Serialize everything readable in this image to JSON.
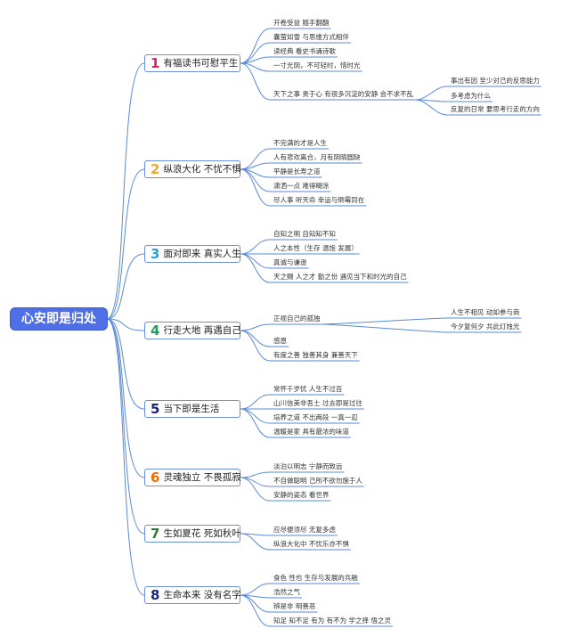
{
  "root": "心安即是归处",
  "branches": [
    {
      "num": "1",
      "color": "#e0245e",
      "label": "有福读书可慰平生",
      "items": [
        {
          "text": "开卷受益 随手翻翻"
        },
        {
          "text": "囊萤如雪 与思维方式相伴"
        },
        {
          "text": "读经典 看史书诵诗歌"
        },
        {
          "text": "一寸光阴，不可轻时，惜时光"
        },
        {
          "text": "天下之事 贵于心 有很多沉淀的安静 会不求不乱",
          "children": [
            "事出有因 至少对己的反思能力",
            "多考虑为什么",
            "反复的日常 要思考行走的方向"
          ]
        }
      ]
    },
    {
      "num": "2",
      "color": "#f5a623",
      "label": "纵浪大化 不忧不惧",
      "items": [
        {
          "text": "不完满的才是人生"
        },
        {
          "text": "人有悲欢离合，月有阴晴圆缺"
        },
        {
          "text": "平静是长寿之道"
        },
        {
          "text": "潇洒一点 难得糊涂"
        },
        {
          "text": "尽人事 听天命 幸运与倒霉同在"
        }
      ]
    },
    {
      "num": "3",
      "color": "#2a9fd6",
      "label": "面对即来 真实人生",
      "items": [
        {
          "text": "自知之明 自知知不知"
        },
        {
          "text": "人之本性（生存 温饱 发展）"
        },
        {
          "text": "真诚与谦逊"
        },
        {
          "text": "天之赐 人之才 勤之份 遇见当下和时光的自己"
        }
      ]
    },
    {
      "num": "4",
      "color": "#1f9e5a",
      "label": "行走大地 再遇自己",
      "items": [
        {
          "text": "正视自己的孤独",
          "children": [
            "人生不相见 动如参与商",
            "今夕复何夕 共此灯烛光"
          ]
        },
        {
          "text": "感恩"
        },
        {
          "text": "有度之善 独善其身 兼善天下"
        }
      ]
    },
    {
      "num": "5",
      "color": "#1a237e",
      "label": "当下即是生活",
      "items": [
        {
          "text": "常怀千岁忧 人生不过百"
        },
        {
          "text": "山川信美非吾土 过去即是过往"
        },
        {
          "text": "培养之道 不出两段 一真一忍"
        },
        {
          "text": "温暖是家 具有最浓的味道"
        }
      ]
    },
    {
      "num": "6",
      "color": "#ef6c00",
      "label": "灵魂独立 不畏孤寂",
      "items": [
        {
          "text": "淡泊以明志 宁静而致远"
        },
        {
          "text": "不自做聪明 己所不欲勿施于人"
        },
        {
          "text": "安静的姿态 看世界"
        }
      ]
    },
    {
      "num": "7",
      "color": "#2e7d32",
      "label": "生如夏花 死如秋叶",
      "items": [
        {
          "text": "应尽便须尽 无复多虑"
        },
        {
          "text": "纵浪大化中 不忧乐亦不惧"
        }
      ]
    },
    {
      "num": "8",
      "color": "#1a237e",
      "label": "生命本来 没有名字",
      "items": [
        {
          "text": "食色 性也 生存与发展的共融"
        },
        {
          "text": "浩然之气"
        },
        {
          "text": "辨是非 明善恶"
        },
        {
          "text": "知足 知不足 有为 有不为 学之择 悟之灵"
        }
      ]
    }
  ]
}
